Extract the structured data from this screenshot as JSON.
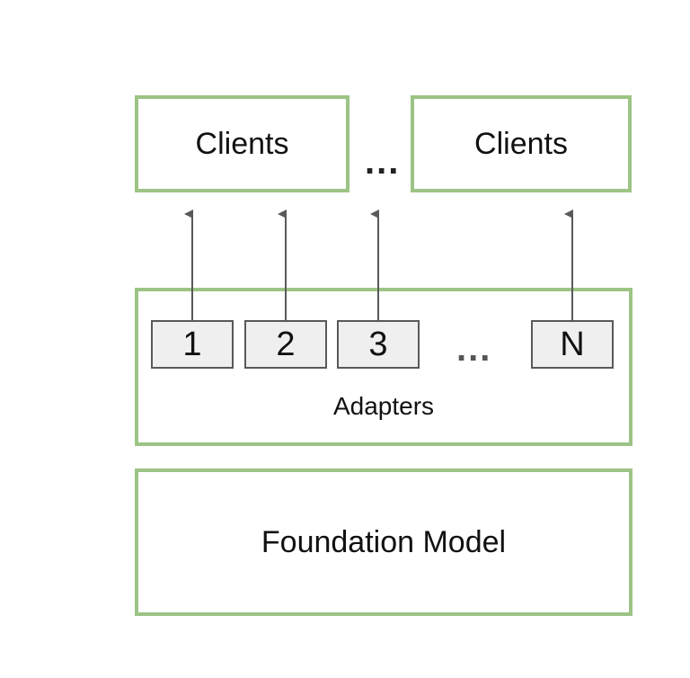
{
  "clients": {
    "left_label": "Clients",
    "right_label": "Clients"
  },
  "top_ellipsis": "...",
  "adapters": {
    "chips": [
      "1",
      "2",
      "3",
      "N"
    ],
    "ellipsis": "...",
    "label": "Adapters"
  },
  "foundation": {
    "label": "Foundation Model"
  },
  "colors": {
    "box_border": "#9cc485",
    "chip_fill": "#efefef",
    "chip_border": "#595959",
    "arrow": "#595959"
  }
}
